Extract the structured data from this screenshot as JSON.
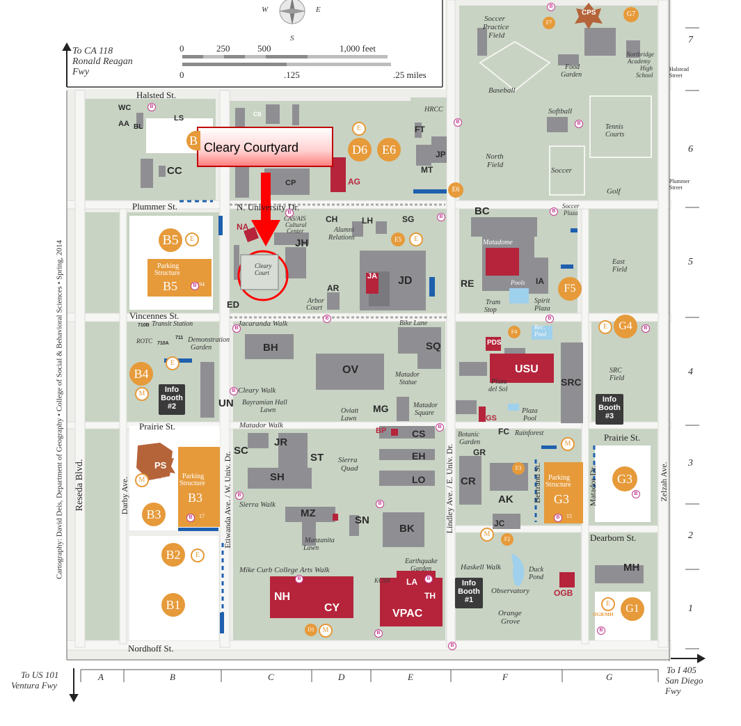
{
  "callout": {
    "text": "Cleary  Courtyard",
    "color": "#ff0000"
  },
  "compass": {
    "w": "W",
    "e": "E",
    "s": "S"
  },
  "scale": {
    "feet_ticks": [
      "0",
      "250",
      "500",
      "1,000 feet"
    ],
    "mile_ticks": [
      "0",
      ".125",
      ".25 miles"
    ]
  },
  "directions": {
    "ca118": [
      "To CA 118",
      "Ronald Reagan",
      "Fwy"
    ],
    "us101": [
      "To US 101",
      "Ventura Fwy"
    ],
    "i405": [
      "To I 405",
      "San Diego",
      "Fwy"
    ]
  },
  "credit": "Cartography: David Deis, Department of Geography • College of Social & Behavioral Sciences • Spring, 2014",
  "grid": {
    "columns": [
      "A",
      "B",
      "C",
      "D",
      "E",
      "F",
      "G"
    ],
    "rows": [
      "7",
      "6",
      "5",
      "4",
      "3",
      "2",
      "1"
    ]
  },
  "streets": {
    "halsted": "Halsted St.",
    "halsted_street": [
      "Halstead",
      "Street"
    ],
    "plummer": "Plummer St.",
    "plummer_street": [
      "Plummer",
      "Street"
    ],
    "n_university": "N. University Dr.",
    "vincennes": "Vincennes St.",
    "prairie_w": "Prairie St.",
    "prairie_e": "Prairie St.",
    "dearborn": "Dearborn St.",
    "nordhoff": "Nordhoff St.",
    "reseda": "Reseda Blvd.",
    "darby": "Darby Ave.",
    "etiwanda": "Etiwanda Ave. / W. Univ. Dr.",
    "lindley": "Lindley Ave. / E. Univ. Dr.",
    "bertrand": "Bertrand St.",
    "matador_dr": "Matador Dr.",
    "zelzah": "Zelzah Ave."
  },
  "buildings": {
    "WC": "WC",
    "AA": "AA",
    "BL": "BL",
    "LS": "LS",
    "CC": "CC",
    "C6": "C6",
    "CP": "CP",
    "AG": "AG",
    "FT": "FT",
    "JP": "JP",
    "MT": "MT",
    "CH": "CH",
    "LH": "LH",
    "SG": "SG",
    "JH": "JH",
    "NA": "NA",
    "AR": "AR",
    "JA": "JA",
    "JD": "JD",
    "ED": "ED",
    "BC": "BC",
    "RE": "RE",
    "IA": "IA",
    "BH": "BH",
    "OV": "OV",
    "SQ": "SQ",
    "UN": "UN",
    "MG": "MG",
    "BP": "BP",
    "CS": "CS",
    "EH": "EH",
    "LO": "LO",
    "SC": "SC",
    "JR": "JR",
    "ST": "ST",
    "SH": "SH",
    "MZ": "MZ",
    "SN": "SN",
    "BK": "BK",
    "NH": "NH",
    "CY": "CY",
    "LA": "LA",
    "TH": "TH",
    "VPAC": "VPAC",
    "PDS": "PDS",
    "USU": "USU",
    "SRC": "SRC",
    "GS": "GS",
    "FC": "FC",
    "GR": "GR",
    "CR": "CR",
    "AK": "AK",
    "JC": "JC",
    "OGB": "OGB",
    "MH": "MH",
    "PS": "PS",
    "CPS": "CPS",
    "UP": "710B",
    "R710A": "710A",
    "R711": "711",
    "ROTC": "ROTC"
  },
  "places": {
    "soccer_practice": [
      "Soccer",
      "Practice",
      "Field"
    ],
    "baseball": "Baseball",
    "food_garden": [
      "Food",
      "Garden"
    ],
    "northridge_academy": [
      "Northridge",
      "Academy",
      "High",
      "School"
    ],
    "softball": "Softball",
    "tennis": [
      "Tennis",
      "Courts"
    ],
    "hrcc": "HRCC",
    "north_field": [
      "North",
      "Field"
    ],
    "soccer": "Soccer",
    "golf": "Golf",
    "soccer_plaza": [
      "Soccer",
      "Plaza"
    ],
    "cas_ais": [
      "CAS/AIS",
      "Cultural",
      "Center"
    ],
    "alumni": [
      "Alumni",
      "Relations"
    ],
    "cleary_court": [
      "Cleary",
      "Court"
    ],
    "arbor_court": [
      "Arbor",
      "Court"
    ],
    "matadome": "Matadome",
    "pools": "Pools",
    "tram_stop": [
      "Tram",
      "Stop"
    ],
    "spirit_plaza": [
      "Spirit",
      "Plaza"
    ],
    "east_field": [
      "East",
      "Field"
    ],
    "transit_station": "Transit Station",
    "demonstration_garden": [
      "Demonstration",
      "Garden"
    ],
    "jacaranda_walk": "Jacaranda Walk",
    "bike_lane": "Bike Lane",
    "rec_pool": [
      "Rec.",
      "Pool"
    ],
    "src_field": [
      "SRC",
      "Field"
    ],
    "matador_statue": [
      "Matador",
      "Statue"
    ],
    "cleary_walk": "Cleary Walk",
    "bayramian_lawn": [
      "Bayramian Hall",
      "Lawn"
    ],
    "matador_square": [
      "Matador",
      "Square"
    ],
    "plaza_del_sol": [
      "Plaza",
      "del Sol"
    ],
    "plaza_pool": [
      "Plaza",
      "Pool"
    ],
    "oviatt_lawn": [
      "Oviatt",
      "Lawn"
    ],
    "matador_walk": "Matador Walk",
    "botanic_garden": [
      "Botanic",
      "Garden"
    ],
    "rainforest": "Rainforest",
    "sierra_quad": [
      "Sierra",
      "Quad"
    ],
    "sierra_walk": "Sierra Walk",
    "manzanita_lawn": [
      "Manzanita",
      "Lawn"
    ],
    "earthquake_garden": [
      "Earthquake",
      "Garden"
    ],
    "haskell_walk": "Haskell Walk",
    "duck_pond": [
      "Duck",
      "Pond"
    ],
    "observatory": "Observatory",
    "orange_grove": [
      "Orange",
      "Grove"
    ],
    "mike_curb_walk": "Mike Curb College Arts Walk",
    "kcsn": "KCSN"
  },
  "parking": {
    "b5": "B5",
    "b5_structure": [
      "Parking",
      "Structure",
      "B5"
    ],
    "b5_count": "94",
    "b4": "B4",
    "b3": "B3",
    "b3_structure": [
      "Parking",
      "Structure",
      "B3"
    ],
    "b3_count": "17",
    "b2": "B2",
    "b1": "B1",
    "b6": "B",
    "d6": "D6",
    "e6": "E6",
    "e6_small": "E6",
    "e5": "E5",
    "f5": "F5",
    "f4": "F4",
    "f3": "F3",
    "f2": "F2",
    "f7": "F7",
    "g7": "G7",
    "g4": "G4",
    "g3": "G3",
    "g3_structure": [
      "Parking",
      "Structure",
      "G3"
    ],
    "g3_count": "15",
    "g1": "G1",
    "ogb_mh": "OGB/MH",
    "d1": "D1",
    "e_mark": "E",
    "m_mark": "M",
    "b_mark": "B"
  },
  "info_booths": {
    "booth2": [
      "Info",
      "Booth",
      "#2"
    ],
    "booth3": [
      "Info",
      "Booth",
      "#3"
    ],
    "booth1": [
      "Info",
      "Booth",
      "#1"
    ]
  },
  "colors": {
    "grass": "#c8d3c3",
    "building": "#8f8f93",
    "road": "#f3f3f1",
    "parking": "#e69a3a",
    "highlight": "#b5243b",
    "water": "#9fd0ec"
  }
}
